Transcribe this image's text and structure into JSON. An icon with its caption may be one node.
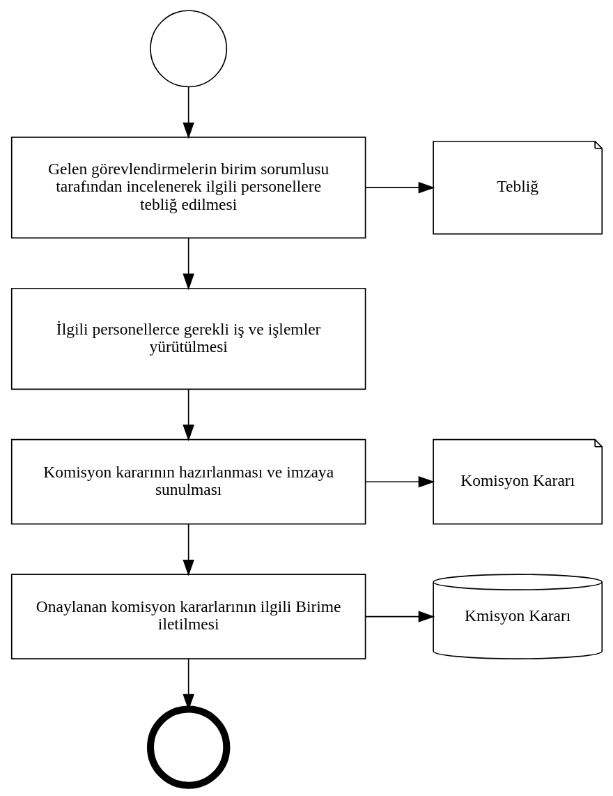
{
  "diagram": {
    "nodes": [
      {
        "text": [],
        "shape": "circle"
      },
      {
        "text": [
          "Gelen görevlendirmelerin birim sorumlusu tarafından incelenerek ilgili personellere tebliğ edilmesi"
        ]
      },
      {
        "text": [
          "Tebliğ"
        ]
      },
      {
        "text": [
          "İlgili personellerce gerekli iş ve işlemler yürütülmesi"
        ]
      },
      {
        "text": [
          "Komisyon kararının hazırlanması ve imzaya sunulması"
        ]
      },
      {
        "text": [
          "Komisyon Kararı"
        ]
      },
      {
        "text": [
          "Onaylanan komisyon kararlarının ilgili Birime iletilmesi"
        ]
      },
      {
        "text": [
          "Kmisyon Kararı"
        ]
      },
      {
        "text": [],
        "shape": "circle"
      }
    ],
    "edges": [
      {
        "from": 0,
        "to": 1,
        "arrow": "to"
      },
      {
        "from": 1,
        "to": 2,
        "arrow": "to"
      },
      {
        "from": 1,
        "to": 3,
        "arrow": "to"
      },
      {
        "from": 3,
        "to": 4,
        "arrow": "to"
      },
      {
        "from": 4,
        "to": 5,
        "arrow": "to"
      },
      {
        "from": 4,
        "to": 6,
        "arrow": "to"
      },
      {
        "from": 6,
        "to": 7,
        "arrow": "to"
      },
      {
        "from": 6,
        "to": 8,
        "arrow": "to"
      }
    ]
  }
}
